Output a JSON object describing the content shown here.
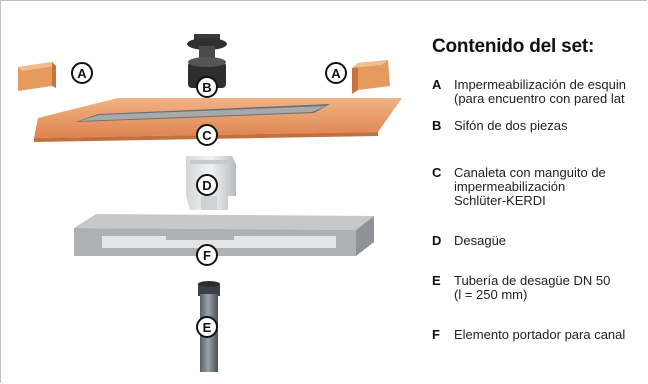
{
  "title": "Contenido del set:",
  "badges": {
    "a": "A",
    "b": "B",
    "c": "C",
    "d": "D",
    "e": "E",
    "f": "F"
  },
  "items": [
    {
      "key": "A",
      "lines": [
        "Impermeabilización de esquin",
        "(para encuentro con pared lat"
      ]
    },
    {
      "key": "B",
      "lines": [
        "Sifón de dos piezas"
      ]
    },
    {
      "key": "C",
      "lines": [
        "Canaleta con manguito de",
        "impermeabilización",
        "Schlüter-KERDI"
      ]
    },
    {
      "key": "D",
      "lines": [
        "Desagüe"
      ]
    },
    {
      "key": "E",
      "lines": [
        "Tubería de desagüe DN 50",
        "(l = 250 mm)"
      ]
    },
    {
      "key": "F",
      "lines": [
        "Elemento portador para canal"
      ]
    }
  ],
  "colors": {
    "orange": "#e6925a",
    "grey": "#b5b8bb",
    "dark": "#3d3d3d"
  }
}
